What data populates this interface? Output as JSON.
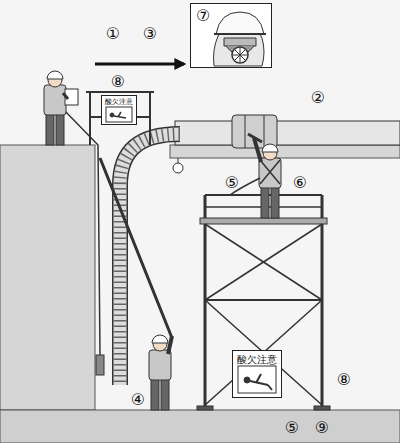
{
  "diagram": {
    "nodes": [
      {
        "text": [
          "⑦"
        ]
      },
      {
        "text": [
          "酸欠注意"
        ]
      },
      {
        "text": [
          "酸欠注意"
        ]
      }
    ],
    "labels": [
      "①",
      "③",
      "②",
      "⑧",
      "⑤",
      "⑥",
      "④",
      "⑧",
      "⑤",
      "⑨"
    ]
  }
}
